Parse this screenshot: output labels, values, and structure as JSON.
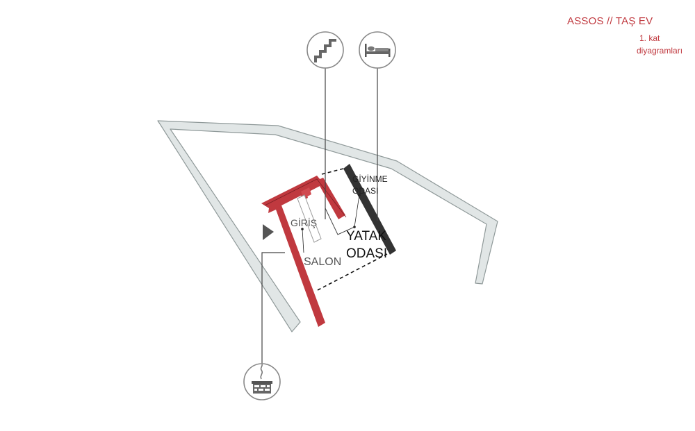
{
  "header": {
    "title": "ASSOS // TAŞ EV",
    "subtitle_line1": "1. kat",
    "subtitle_line2": "diyagramları"
  },
  "labels": {
    "giris": "GİRİŞ",
    "salon": "SALON",
    "giyinme_line1": "GİYİNME",
    "giyinme_line2": "ODASI",
    "yatak_line1": "YATAK",
    "yatak_line2": "ODASI"
  },
  "icons": [
    "stairs-icon",
    "bed-icon",
    "fireplace-icon"
  ],
  "colors": {
    "wall_red": "#c0393f",
    "wall_dark": "#333333",
    "site_outline": "#9aa3a3",
    "site_fill": "#dfe5e5",
    "title_red": "#c0393f"
  }
}
